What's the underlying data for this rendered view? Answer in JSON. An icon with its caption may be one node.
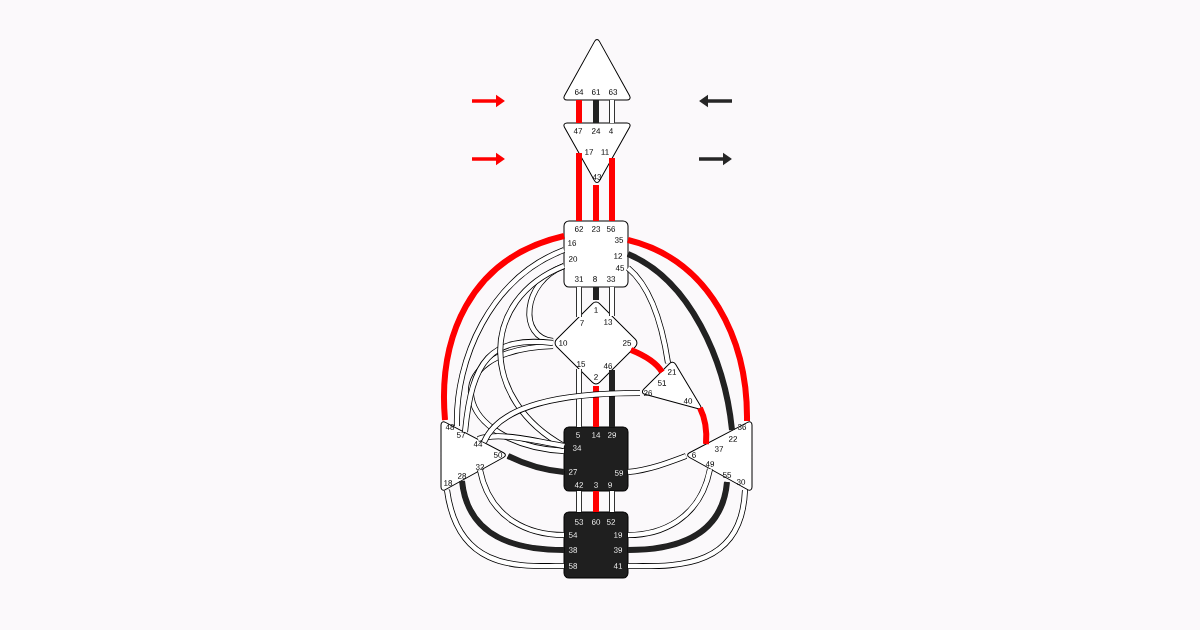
{
  "diagram": {
    "nodes": [
      {
        "text": [
          "64",
          "61",
          "63"
        ]
      },
      {
        "text": [
          "47",
          "24",
          "4",
          "17",
          "11",
          "43"
        ]
      },
      {
        "text": [
          "62",
          "23",
          "56",
          "16",
          "35",
          "20",
          "12",
          "45",
          "31",
          "8",
          "33"
        ]
      },
      {
        "text": [
          "1",
          "7",
          "13",
          "10",
          "25",
          "15",
          "46",
          "2"
        ]
      },
      {
        "text": [
          "21",
          "51",
          "26",
          "40"
        ]
      },
      {
        "text": [
          "48",
          "57",
          "44",
          "50",
          "32",
          "28",
          "18"
        ]
      },
      {
        "text": [
          "36",
          "22",
          "37",
          "6",
          "49",
          "55",
          "30"
        ]
      },
      {
        "text": [
          "5",
          "14",
          "29",
          "34",
          "27",
          "59",
          "42",
          "3",
          "9"
        ]
      },
      {
        "text": [
          "53",
          "60",
          "52",
          "54",
          "19",
          "38",
          "39",
          "58",
          "41"
        ]
      }
    ],
    "edges": [
      {
        "from": 0,
        "to": 1,
        "arrow": "none",
        "color": "#ff0000"
      },
      {
        "from": 0,
        "to": 1,
        "arrow": "none",
        "color": "#222222"
      },
      {
        "from": 0,
        "to": 1,
        "arrow": "none"
      },
      {
        "from": 1,
        "to": 2,
        "arrow": "none",
        "color": "#ff0000"
      },
      {
        "from": 1,
        "to": 2,
        "arrow": "none",
        "color": "#ff0000"
      },
      {
        "from": 1,
        "to": 2,
        "arrow": "none",
        "color": "#ff0000"
      },
      {
        "from": 2,
        "to": 3,
        "arrow": "none"
      },
      {
        "from": 2,
        "to": 3,
        "arrow": "none",
        "color": "#222222"
      },
      {
        "from": 2,
        "to": 3,
        "arrow": "none"
      },
      {
        "from": 3,
        "to": 7,
        "arrow": "none"
      },
      {
        "from": 3,
        "to": 7,
        "arrow": "none",
        "color": "#ff0000"
      },
      {
        "from": 3,
        "to": 7,
        "arrow": "none",
        "color": "#222222"
      },
      {
        "from": 7,
        "to": 8,
        "arrow": "none"
      },
      {
        "from": 7,
        "to": 8,
        "arrow": "none",
        "color": "#ff0000"
      },
      {
        "from": 7,
        "to": 8,
        "arrow": "none"
      },
      {
        "from": 2,
        "to": 5,
        "arrow": "none",
        "color": "#ff0000"
      },
      {
        "from": 2,
        "to": 5,
        "arrow": "none"
      },
      {
        "from": 3,
        "to": 2,
        "arrow": "none"
      },
      {
        "from": 3,
        "to": 7,
        "arrow": "none"
      },
      {
        "from": 3,
        "to": 5,
        "arrow": "none"
      },
      {
        "from": 2,
        "to": 7,
        "arrow": "none"
      },
      {
        "from": 7,
        "to": 5,
        "arrow": "none"
      },
      {
        "from": 4,
        "to": 5,
        "arrow": "none"
      },
      {
        "from": 7,
        "to": 5,
        "arrow": "none",
        "color": "#222222"
      },
      {
        "from": 3,
        "to": 4,
        "arrow": "none",
        "color": "#ff0000"
      },
      {
        "from": 4,
        "to": 2,
        "arrow": "none"
      },
      {
        "from": 2,
        "to": 6,
        "arrow": "none",
        "color": "#222222"
      },
      {
        "from": 2,
        "to": 6,
        "arrow": "none",
        "color": "#ff0000"
      },
      {
        "from": 4,
        "to": 6,
        "arrow": "none",
        "color": "#ff0000"
      },
      {
        "from": 7,
        "to": 6,
        "arrow": "none"
      },
      {
        "from": 5,
        "to": 8,
        "arrow": "none"
      },
      {
        "from": 5,
        "to": 8,
        "arrow": "none",
        "color": "#222222"
      },
      {
        "from": 5,
        "to": 8,
        "arrow": "none"
      },
      {
        "from": 6,
        "to": 8,
        "arrow": "none"
      },
      {
        "from": 6,
        "to": 8,
        "arrow": "none",
        "color": "#222222"
      },
      {
        "from": 6,
        "to": 8,
        "arrow": "none"
      }
    ]
  }
}
